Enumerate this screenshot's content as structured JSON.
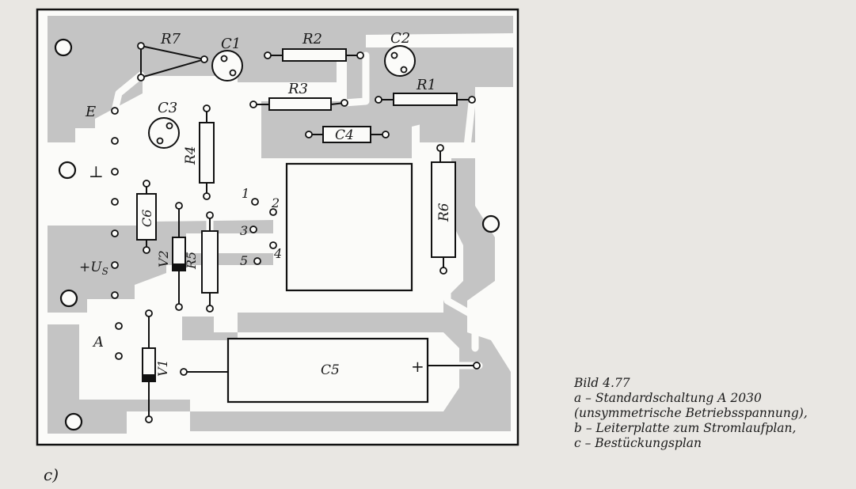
{
  "figure": {
    "caption": {
      "title": "Bild 4.77",
      "line_a": "a – Standardschaltung A 2030",
      "line_a2": "(unsymmetrische Betriebsspannung),",
      "line_b": "b – Leiterplatte zum Stromlaufplan,",
      "line_c": "c – Bestückungsplan"
    },
    "panel_letter": "c)"
  },
  "board": {
    "components": {
      "r7": "R7",
      "c1": "C1",
      "r2": "R2",
      "c2": "C2",
      "c3": "C3",
      "r3": "R3",
      "r1": "R1",
      "c4": "C4",
      "r4": "R4",
      "r6": "R6",
      "c6": "C6",
      "v2": "V2",
      "r5": "R5",
      "v1": "V1",
      "c5": "C5"
    },
    "pins": {
      "p1": "1",
      "p2": "2",
      "p3": "3",
      "p4": "4",
      "p5": "5"
    },
    "terminals": {
      "e": "E",
      "ground": "⊥",
      "us": "+U",
      "us_sub": "S",
      "a": "A"
    },
    "c5_polarity": "+"
  }
}
